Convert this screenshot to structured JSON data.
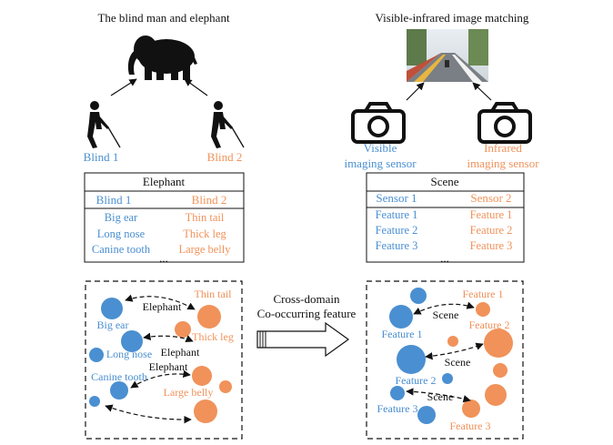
{
  "colors": {
    "blue": "#4a8fd1",
    "orange": "#f0925a",
    "ink": "#111111"
  },
  "icons": [
    "elephant-icon",
    "blind-man-icon",
    "camera-icon",
    "road-photo"
  ],
  "left": {
    "title": "The blind man and elephant",
    "person1": "Blind 1",
    "person2": "Blind 2",
    "table": {
      "header": "Elephant",
      "col1_head": "Blind 1",
      "col2_head": "Blind 2",
      "col1": [
        "Big ear",
        "Long nose",
        "Canine tooth"
      ],
      "col2": [
        "Thin tail",
        "Thick leg",
        "Large belly"
      ],
      "ellipsis": "..."
    }
  },
  "right": {
    "title": "Visible-infrared image matching",
    "sensor1": [
      "Visible",
      "imaging sensor"
    ],
    "sensor2": [
      "Infrared",
      "imaging sensor"
    ],
    "table": {
      "header": "Scene",
      "col1_head": "Sensor 1",
      "col2_head": "Sensor 2",
      "col1": [
        "Feature 1",
        "Feature 2",
        "Feature 3"
      ],
      "col2": [
        "Feature 1",
        "Feature 2",
        "Feature 3"
      ],
      "ellipsis": "..."
    }
  },
  "middle": {
    "line1": "Cross-domain",
    "line2": "Co-occurring feature"
  },
  "bottom_left": {
    "labels": {
      "big_ear": "Big ear",
      "long_nose": "Long nose",
      "canine_tooth": "Canine tooth",
      "thin_tail": "Thin tail",
      "thick_leg": "Thick leg",
      "large_belly": "Large belly"
    },
    "links": [
      "Elephant",
      "Elephant",
      "Elephant"
    ]
  },
  "bottom_right": {
    "labels": {
      "f1_blue": "Feature 1",
      "f2_blue": "Feature 2",
      "f3_blue": "Feature 3",
      "f1_orange": "Feature 1",
      "f2_orange": "Feature 2",
      "f3_orange": "Feature 3"
    },
    "links": [
      "Scene",
      "Scene",
      "Scene"
    ]
  }
}
